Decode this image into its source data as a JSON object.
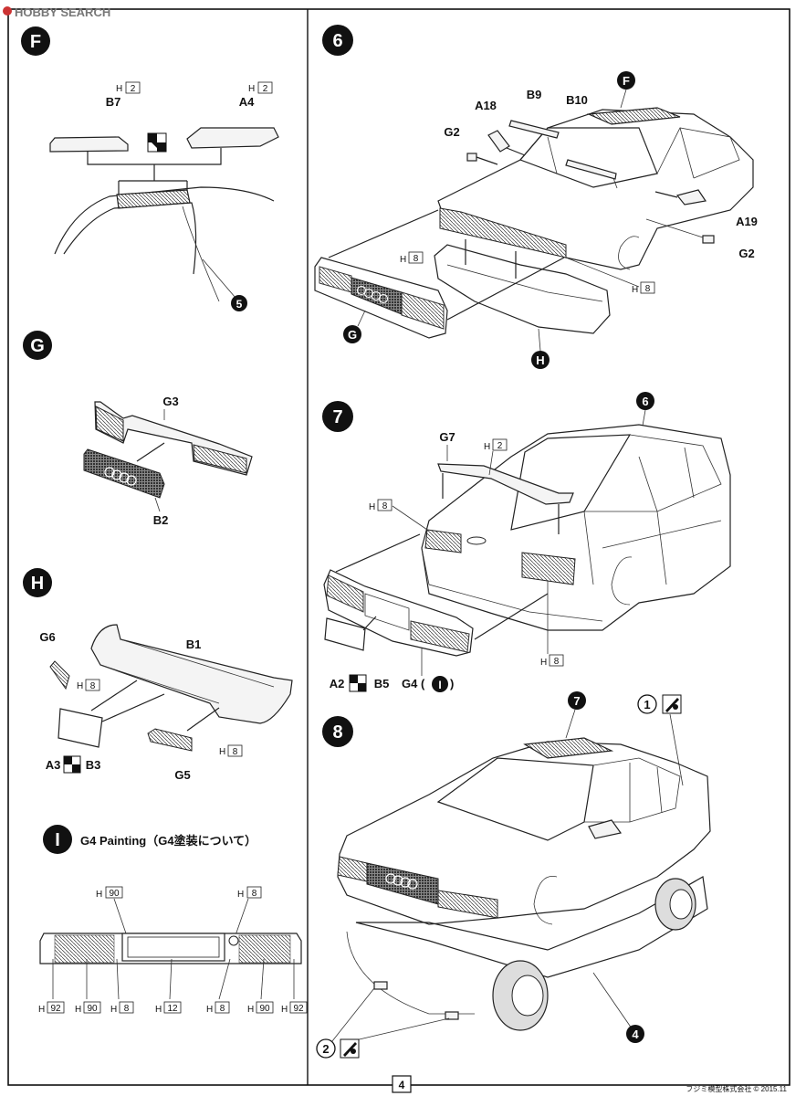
{
  "watermark": "HOBBY SEARCH",
  "page_number": "4",
  "footer": "フジミ模型株式会社 © 2015.11",
  "steps": {
    "F": {
      "badge": "F",
      "parts": [
        {
          "id": "B7",
          "paint_code": "2",
          "paint_letter": "H"
        },
        {
          "id": "A4",
          "paint_code": "2",
          "paint_letter": "H"
        }
      ],
      "target": "5"
    },
    "s6": {
      "badge": "6",
      "labels": {
        "a18": "A18",
        "b9": "B9",
        "b10": "B10",
        "f": "F",
        "g2a": "G2",
        "g2b": "G2",
        "a19": "A19",
        "g": "G",
        "h": "H"
      },
      "paint": [
        {
          "letter": "H",
          "code": "8"
        },
        {
          "letter": "H",
          "code": "8"
        }
      ]
    },
    "G": {
      "badge": "G",
      "labels": {
        "g3": "G3",
        "b2": "B2"
      }
    },
    "s7": {
      "badge": "7",
      "ref": "6",
      "labels": {
        "g7": "G7",
        "a2": "A2",
        "b5": "B5",
        "g4": "G4 (",
        "g4_ref": "I",
        "g4_close": ")"
      },
      "paint": [
        {
          "letter": "H",
          "code": "2"
        },
        {
          "letter": "H",
          "code": "8"
        },
        {
          "letter": "H",
          "code": "8"
        }
      ]
    },
    "H": {
      "badge": "H",
      "labels": {
        "g6": "G6",
        "b1": "B1",
        "a3": "A3",
        "b3": "B3",
        "g5": "G5"
      },
      "paint": [
        {
          "letter": "H",
          "code": "8"
        },
        {
          "letter": "H",
          "code": "8"
        }
      ]
    },
    "s8": {
      "badge": "8",
      "ref": "7",
      "callouts": [
        {
          "num": "1"
        },
        {
          "num": "2"
        }
      ],
      "target": "4"
    },
    "I": {
      "badge": "I",
      "title": "G4 Painting（G4塗装について）",
      "top_paint": [
        {
          "letter": "H",
          "code": "90"
        },
        {
          "letter": "H",
          "code": "8"
        }
      ],
      "bottom_paint": [
        {
          "letter": "H",
          "code": "92"
        },
        {
          "letter": "H",
          "code": "90"
        },
        {
          "letter": "H",
          "code": "8"
        },
        {
          "letter": "H",
          "code": "12"
        },
        {
          "letter": "H",
          "code": "8"
        },
        {
          "letter": "H",
          "code": "90"
        },
        {
          "letter": "H",
          "code": "92"
        }
      ]
    }
  }
}
